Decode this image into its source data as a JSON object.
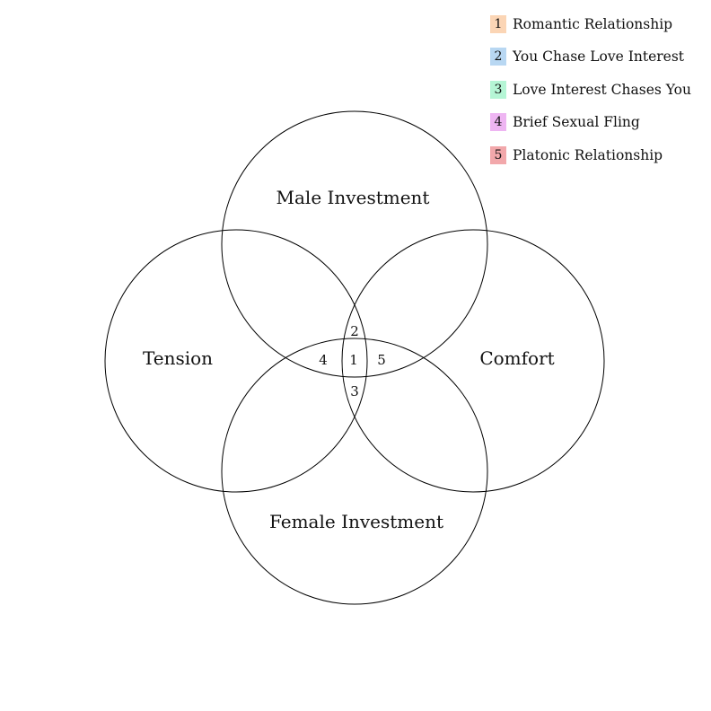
{
  "circles": {
    "top": "Male Investment",
    "left": "Tension",
    "right": "Comfort",
    "bottom": "Female Investment"
  },
  "legend": [
    {
      "number": "1",
      "label": "Romantic Relationship",
      "color": "#fbd5b5"
    },
    {
      "number": "2",
      "label": "You Chase Love Interest",
      "color": "#b8d7f2"
    },
    {
      "number": "3",
      "label": "Love Interest Chases You",
      "color": "#b5f5d5"
    },
    {
      "number": "4",
      "label": "Brief Sexual Fling",
      "color": "#eeb5f2"
    },
    {
      "number": "5",
      "label": "Platonic Relationship",
      "color": "#f2a8ab"
    }
  ]
}
